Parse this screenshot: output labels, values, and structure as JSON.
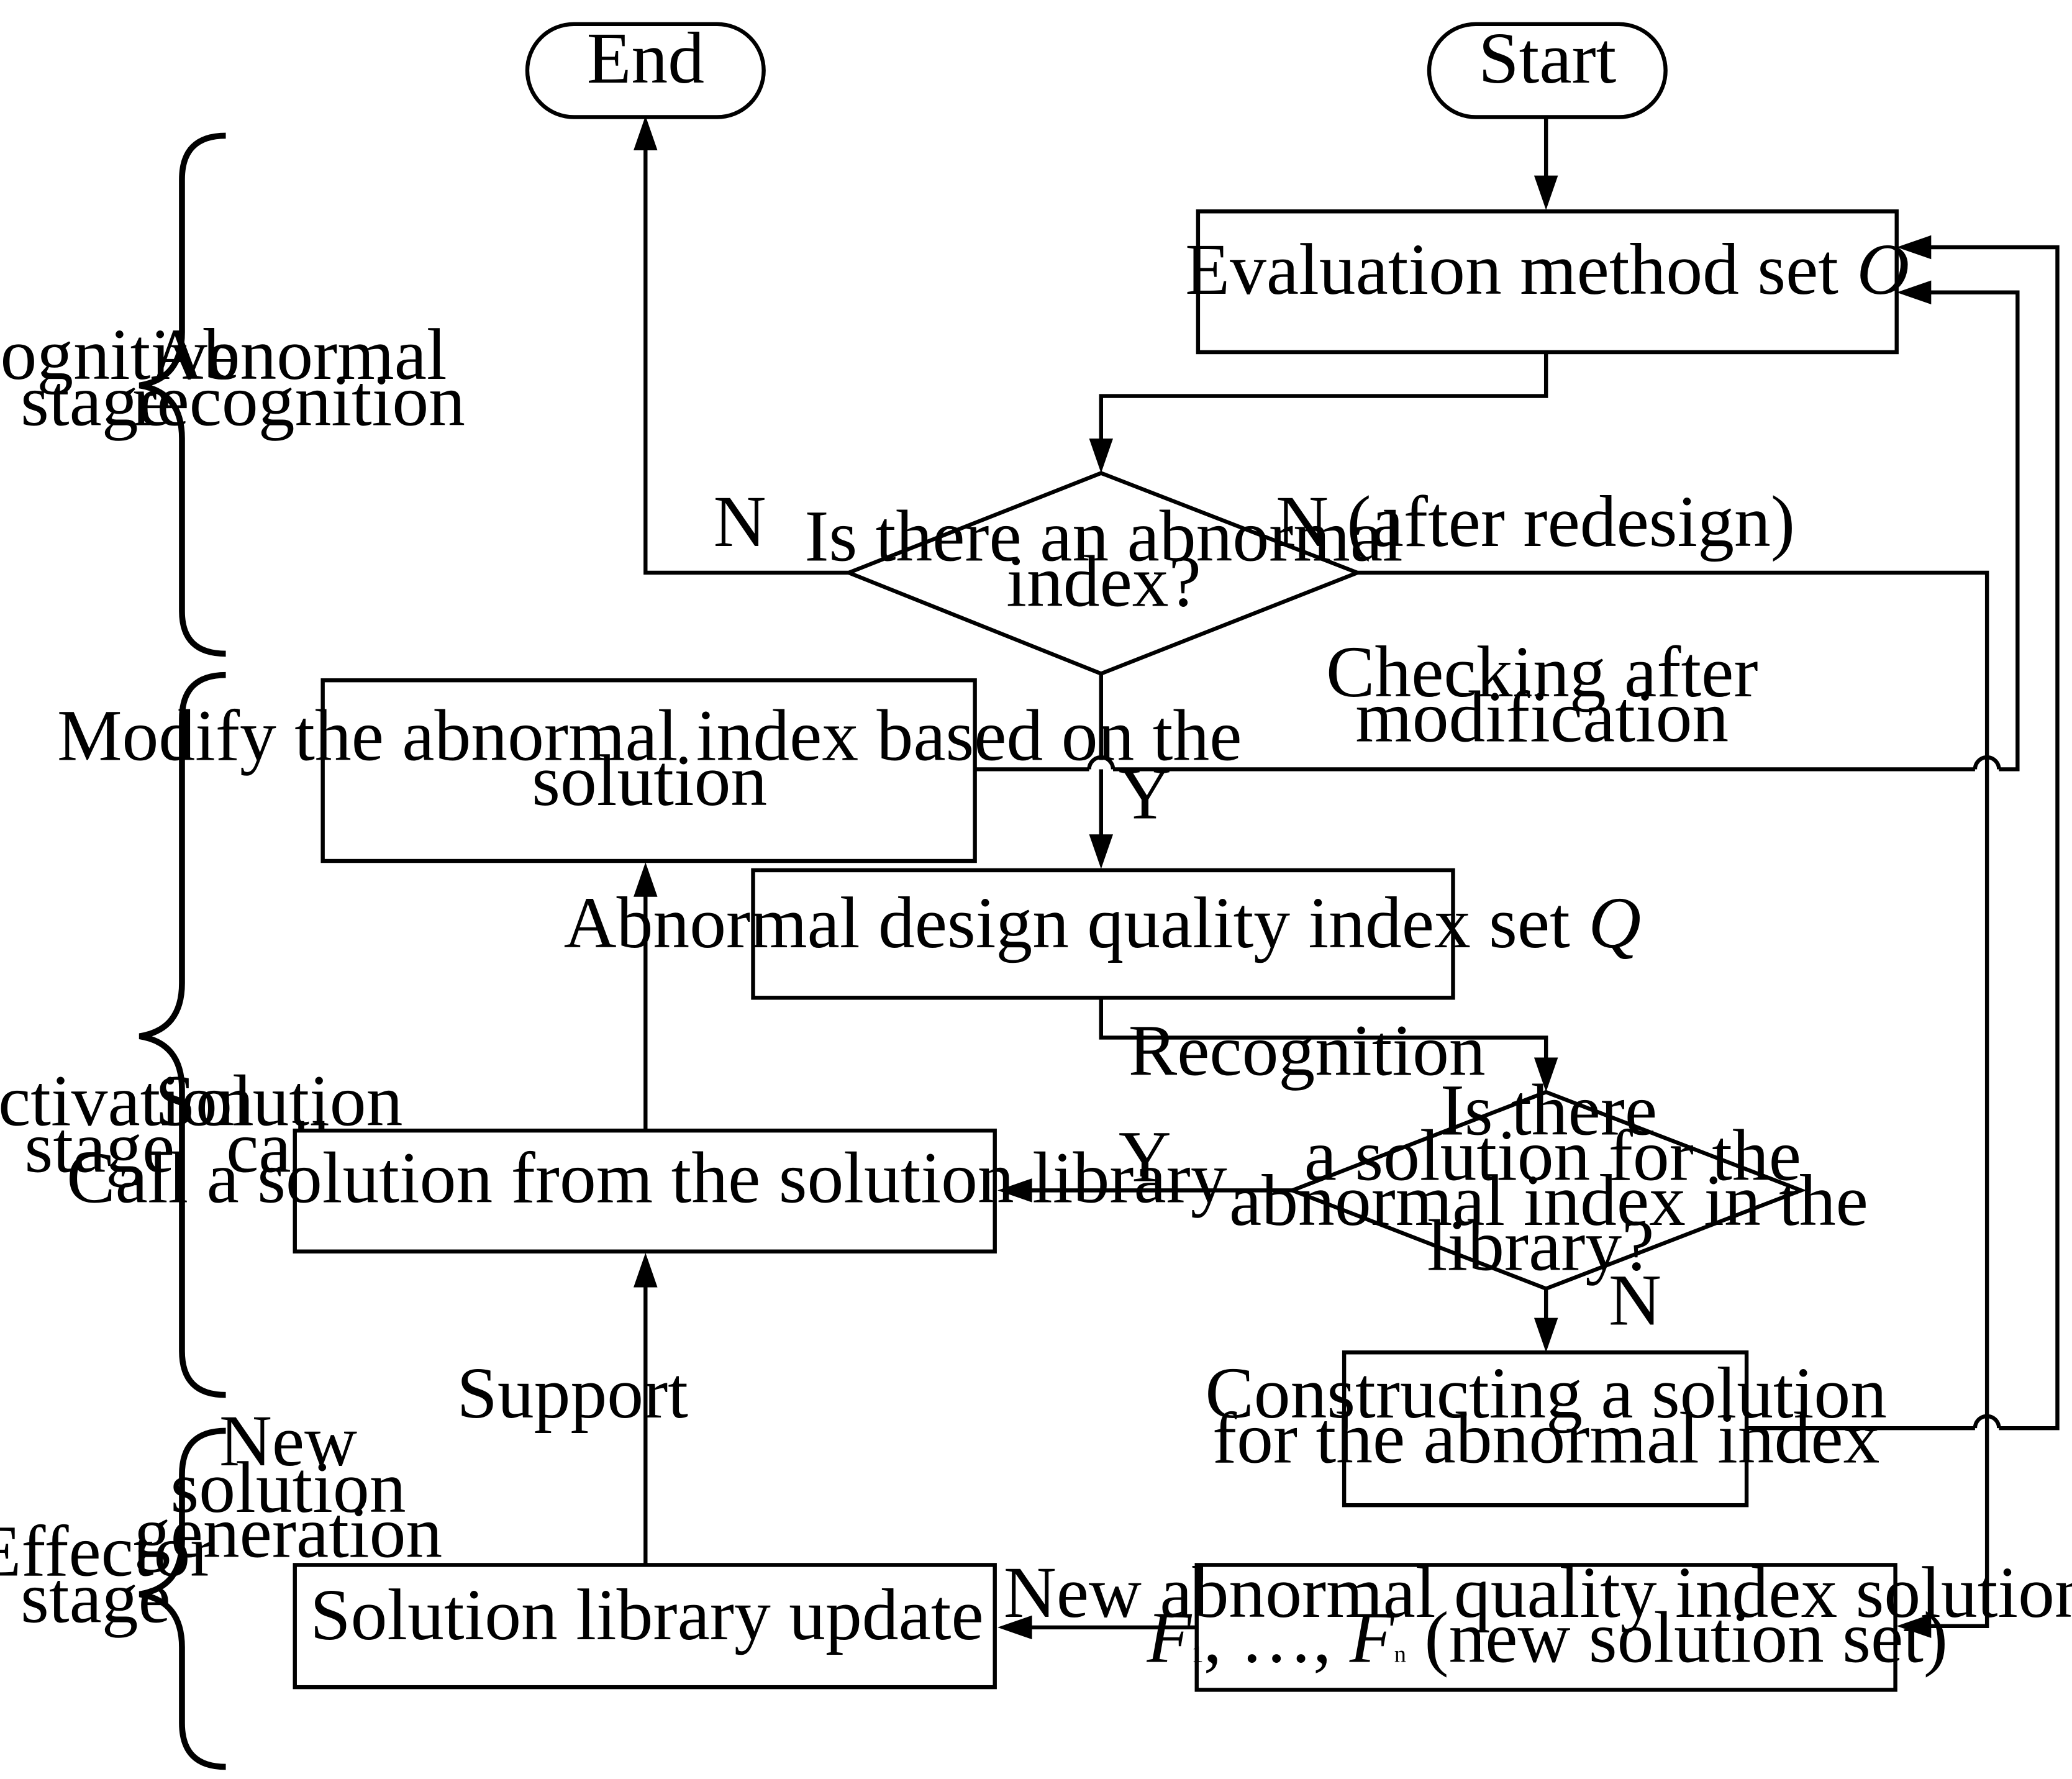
{
  "terminals": {
    "end": "End",
    "start": "Start"
  },
  "boxes": {
    "evaluation": {
      "text": "Evaluation method set ",
      "italic": "O"
    },
    "modify": {
      "line1": "Modify the abnormal index based on the",
      "line2": "solution"
    },
    "abnormal_set": {
      "text": "Abnormal design quality index set ",
      "italic": "Q"
    },
    "call_solution": "Call a solution from the solution library",
    "constructing": {
      "line1": "Constructing a solution",
      "line2": "for the abnormal index"
    },
    "library_update": "Solution library update",
    "new_solution": {
      "line1": "New abnormal quality index solution",
      "f": "F",
      "sub1": "1",
      "sep": ", …, ",
      "subn": "n",
      "tail": " (new solution set)"
    }
  },
  "decisions": {
    "abnormal_index": {
      "line1": "Is there an abnormal",
      "line2": "index?"
    },
    "solution_in_library": {
      "line1": "Is there",
      "line2": "a solution for the",
      "line3": "abnormal index in the",
      "line4": "library?"
    }
  },
  "edge_labels": {
    "n_end": "N",
    "n_after_redesign": "N (after redesign)",
    "checking": {
      "line1": "Checking after",
      "line2": "modification"
    },
    "y_abnormal": "Y",
    "recognition": "Recognition",
    "y_library": "Y",
    "n_library": "N",
    "support": "Support"
  },
  "stages": {
    "cognitive": {
      "stage1": "Cognitive",
      "stage2": "stage",
      "sub1": "Abnormal",
      "sub2": "recognition"
    },
    "activation": {
      "stage1": "Activation",
      "stage2": "stage",
      "sub1": "Solution",
      "sub2": "call"
    },
    "effector": {
      "stage1": "Effector",
      "stage2": "stage",
      "sub1": "New",
      "sub2": "solution",
      "sub3": "generation"
    }
  }
}
